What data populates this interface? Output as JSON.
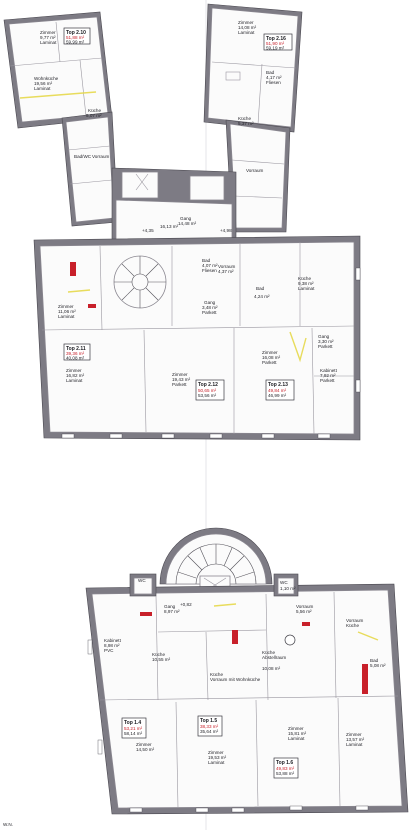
{
  "colors": {
    "wall": "#7d7b84",
    "accent_red": "#c8202a",
    "highlight_yellow": "#e6d84a"
  },
  "upper_plan": {
    "units": [
      {
        "id": "top_2_10",
        "label": "Top 2.10",
        "area_lines": [
          "51,88 m²",
          "59,99 m²"
        ]
      },
      {
        "id": "top_2_16",
        "label": "Top 2.16",
        "area_lines": [
          "51,90 m²",
          "59,19 m²"
        ]
      },
      {
        "id": "top_2_11",
        "label": "Top 2.11",
        "area_lines": [
          "39,36 m²",
          "40,08 m²"
        ]
      },
      {
        "id": "top_2_12",
        "label": "Top 2.12",
        "area_lines": [
          "50,65 m²",
          "53,56 m²"
        ]
      },
      {
        "id": "top_2_13",
        "label": "Top 2.13",
        "area_lines": [
          "49,84 m²",
          "46,99 m²"
        ]
      }
    ],
    "rooms": [
      {
        "id": "zimmer_nw",
        "lines": [
          "Zimmer",
          "9,77 m²",
          "Laminat"
        ]
      },
      {
        "id": "zimmer_ne",
        "lines": [
          "Zimmer",
          "14,08 m²",
          "Laminat"
        ]
      },
      {
        "id": "wohnkueche",
        "lines": [
          "Wohnküche",
          "19,56 m²",
          "Laminat"
        ]
      },
      {
        "id": "bad_ne",
        "lines": [
          "Bad",
          "4,17 m²",
          "Fliesen"
        ]
      },
      {
        "id": "kueche_w",
        "lines": [
          "Küche",
          "5,07 m²"
        ]
      },
      {
        "id": "kueche_e",
        "lines": [
          "Küche",
          "5,37 m²"
        ]
      },
      {
        "id": "bad_wc",
        "lines": [
          "Bad/WC"
        ]
      },
      {
        "id": "vorraum_w",
        "lines": [
          "Vorraum"
        ]
      },
      {
        "id": "vorraum_e",
        "lines": [
          "Vorraum"
        ]
      },
      {
        "id": "gang_top",
        "lines": [
          "Gang",
          "14,48 m²"
        ]
      },
      {
        "id": "gang_mid",
        "lines": [
          "16,13 m²"
        ]
      },
      {
        "id": "bad_mid",
        "lines": [
          "Bad",
          "4,07 m²",
          "Fliesen"
        ]
      },
      {
        "id": "vorraum_mid",
        "lines": [
          "Vorraum",
          "4,37 m²"
        ]
      },
      {
        "id": "gang_c",
        "lines": [
          "Gang",
          "3,48 m²",
          "Parkett"
        ]
      },
      {
        "id": "bad_e",
        "lines": [
          "Bad",
          "4,24 m²"
        ]
      },
      {
        "id": "kueche_e2",
        "lines": [
          "Küche",
          "9,38 m²",
          "Laminat"
        ]
      },
      {
        "id": "zimmer_w2",
        "lines": [
          "Zimmer",
          "11,06 m²",
          "Laminat"
        ]
      },
      {
        "id": "zimmer_211",
        "lines": [
          "Zimmer",
          "16,82 m²",
          "Laminat"
        ]
      },
      {
        "id": "zimmer_212",
        "lines": [
          "Zimmer",
          "19,43 m²",
          "Parkett"
        ]
      },
      {
        "id": "zimmer_213",
        "lines": [
          "Zimmer",
          "16,08 m²",
          "Parkett"
        ]
      },
      {
        "id": "gang_e",
        "lines": [
          "Gang",
          "3,30 m²",
          "Parkett"
        ]
      },
      {
        "id": "kabinett_e",
        "lines": [
          "Kabinett",
          "7,92 m²",
          "Parkett"
        ]
      }
    ],
    "level_marks": [
      "+4,35",
      "+4,98"
    ]
  },
  "lower_plan": {
    "units": [
      {
        "id": "top_1_4",
        "label": "Top 1.4",
        "area_lines": [
          "53,21 m²",
          "58,14 m²"
        ]
      },
      {
        "id": "top_1_5",
        "label": "Top 1.5",
        "area_lines": [
          "38,33 m²",
          "35,64 m²"
        ]
      },
      {
        "id": "top_1_6",
        "label": "Top 1.6",
        "area_lines": [
          "49,83 m²",
          "53,88 m²"
        ]
      }
    ],
    "rooms": [
      {
        "id": "kabinett_w",
        "lines": [
          "Kabinett",
          "8,98 m²",
          "PVC"
        ]
      },
      {
        "id": "kueche_w",
        "lines": [
          "Küche",
          "10,55 m²"
        ]
      },
      {
        "id": "wc_w",
        "lines": [
          "WC"
        ]
      },
      {
        "id": "gang_l",
        "lines": [
          "Gang",
          "8,97 m²"
        ]
      },
      {
        "id": "wc_e",
        "lines": [
          "WC",
          "1,10 m²"
        ]
      },
      {
        "id": "vorraum_l",
        "lines": [
          "Vorraum",
          "5,56 m²"
        ]
      },
      {
        "id": "kueche_mid",
        "lines": [
          "Küche",
          "Vorraum mit Wohnküche"
        ]
      },
      {
        "id": "kueche_c",
        "lines": [
          "Küche",
          "Abstellraum",
          "10,08 m²"
        ]
      },
      {
        "id": "vorraum_e",
        "lines": [
          "Vorraum",
          "Küche"
        ]
      },
      {
        "id": "bad_l",
        "lines": [
          "Bad",
          "5,08 m²"
        ]
      },
      {
        "id": "zimmer_14",
        "lines": [
          "Zimmer",
          "14,50 m²"
        ]
      },
      {
        "id": "zimmer_15",
        "lines": [
          "Zimmer",
          "19,53 m²",
          "Laminat"
        ]
      },
      {
        "id": "zimmer_16a",
        "lines": [
          "Zimmer",
          "15,81 m²",
          "Laminat"
        ]
      },
      {
        "id": "zimmer_16b",
        "lines": [
          "Zimmer",
          "13,57 m²",
          "Laminat"
        ]
      }
    ],
    "level_marks": [
      "+0,82"
    ]
  },
  "corner_note": "W.N."
}
